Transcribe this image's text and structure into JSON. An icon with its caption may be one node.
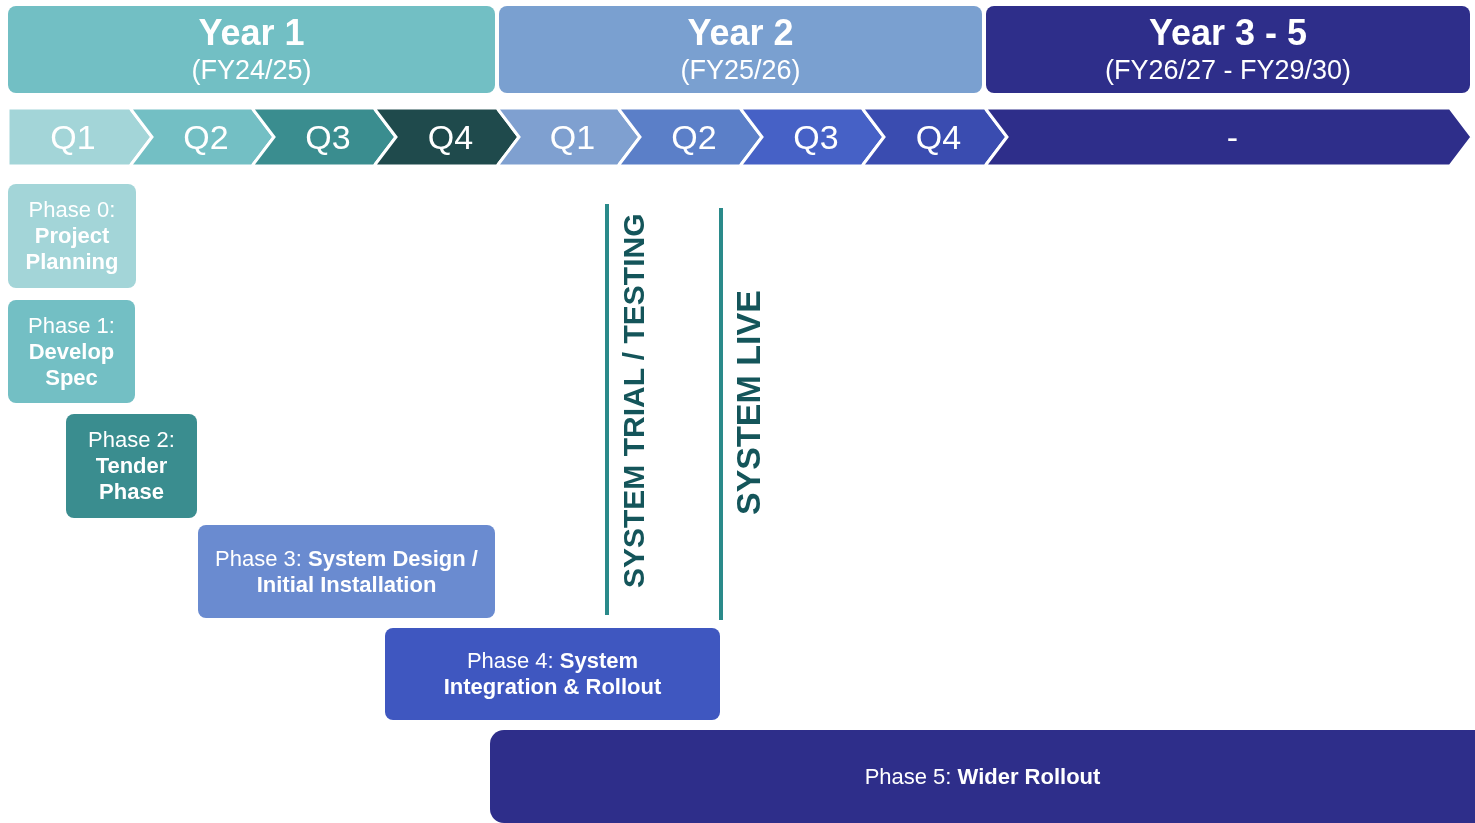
{
  "diagram": {
    "nodes": [
      {
        "text": [
          "Year 1",
          "(FY24/25)"
        ]
      },
      {
        "text": [
          "Year 2",
          "(FY25/26)"
        ]
      },
      {
        "text": [
          "Year 3 - 5",
          "(FY26/27 - FY29/30)"
        ]
      },
      {
        "text": [
          "Q1"
        ]
      },
      {
        "text": [
          "Q2"
        ]
      },
      {
        "text": [
          "Q3"
        ]
      },
      {
        "text": [
          "Q4"
        ]
      },
      {
        "text": [
          "Q1"
        ]
      },
      {
        "text": [
          "Q2"
        ]
      },
      {
        "text": [
          "Q3"
        ]
      },
      {
        "text": [
          "Q4"
        ]
      },
      {
        "text": [
          "-"
        ]
      },
      {
        "text": [
          "Phase 0: **Project Planning**"
        ]
      },
      {
        "text": [
          "Phase 1: **Develop Spec**"
        ]
      },
      {
        "text": [
          "Phase 2: **Tender Phase**"
        ]
      },
      {
        "text": [
          "Phase 3: **System Design / Initial Installation**"
        ]
      },
      {
        "text": [
          "Phase 4: **System Integration & Rollout**"
        ]
      },
      {
        "text": [
          "Phase 5: **Wider Rollout**"
        ]
      }
    ],
    "edges": [],
    "labels": [
      "SYSTEM TRIAL / TESTING",
      "SYSTEM LIVE"
    ]
  }
}
